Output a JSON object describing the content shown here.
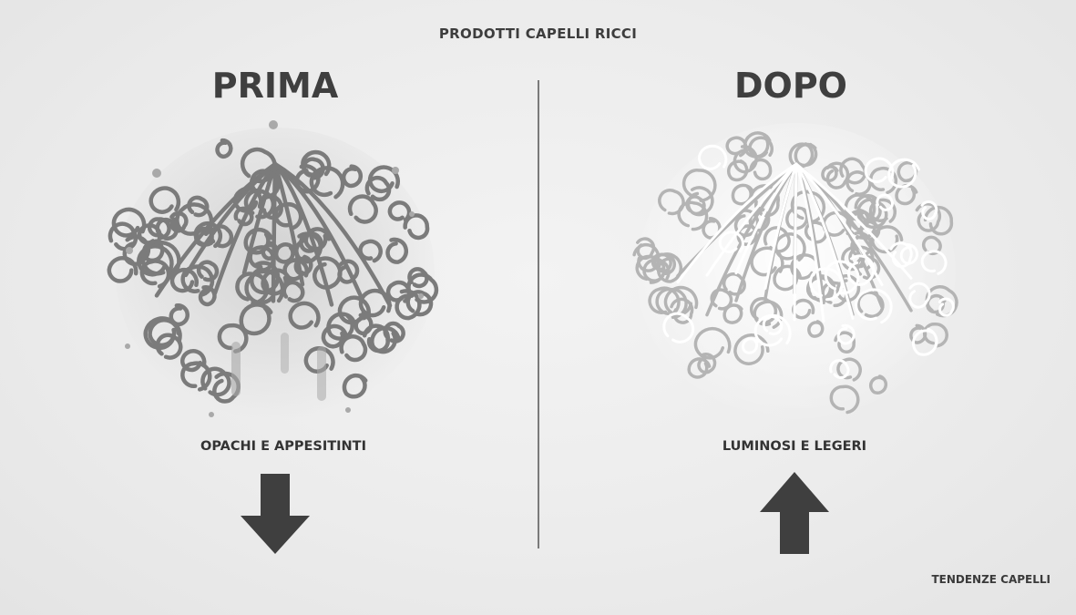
{
  "header": {
    "title": "PRODOTTI CAPELLI RICCI"
  },
  "left_panel": {
    "heading": "PRIMA",
    "caption": "OPACHI E APPESITINTI",
    "arrow_icon": "arrow-down-icon",
    "illustration_icon": "curly-hair-dull-icon"
  },
  "right_panel": {
    "heading": "DOPO",
    "caption": "LUMINOSI E LEGERI",
    "arrow_icon": "arrow-up-icon",
    "illustration_icon": "curly-hair-shiny-icon"
  },
  "footer": {
    "brand": "TENDENZE CAPELLI"
  },
  "colors": {
    "background": "#ececec",
    "text": "#3d3d3d",
    "arrow": "#3f3f3f",
    "hair_dull": "#7b7b7b",
    "hair_shiny": "#b4b4b4",
    "highlight": "#ffffff"
  }
}
